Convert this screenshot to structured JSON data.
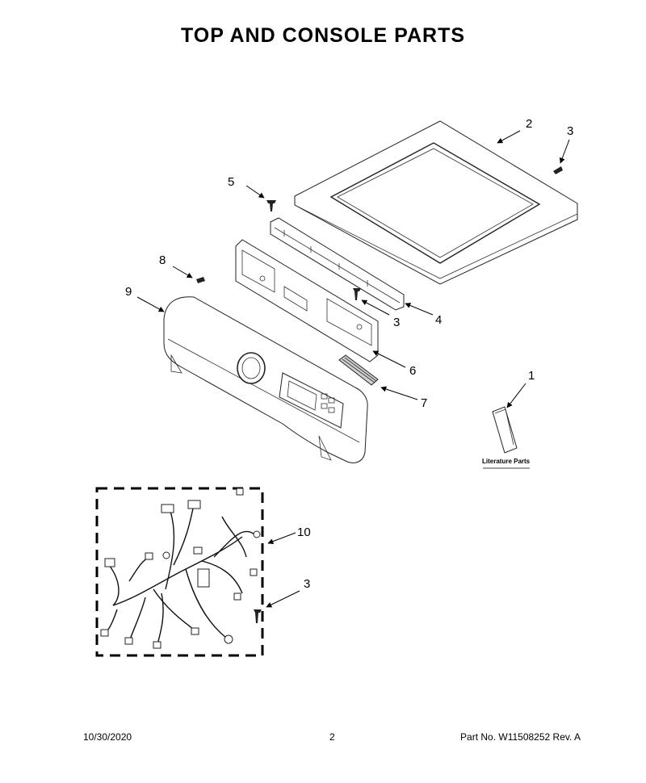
{
  "title": "TOP AND CONSOLE PARTS",
  "callouts": [
    {
      "id": "c1",
      "label": "1"
    },
    {
      "id": "c2",
      "label": "2"
    },
    {
      "id": "c3a",
      "label": "3"
    },
    {
      "id": "c3b",
      "label": "3"
    },
    {
      "id": "c3c",
      "label": "3"
    },
    {
      "id": "c4",
      "label": "4"
    },
    {
      "id": "c5",
      "label": "5"
    },
    {
      "id": "c6",
      "label": "6"
    },
    {
      "id": "c7",
      "label": "7"
    },
    {
      "id": "c8",
      "label": "8"
    },
    {
      "id": "c9",
      "label": "9"
    },
    {
      "id": "c10",
      "label": "10"
    }
  ],
  "literature_label": "Literature Parts",
  "footer": {
    "date": "10/30/2020",
    "page": "2",
    "part_no": "Part No.  W11508252  Rev.  A"
  }
}
